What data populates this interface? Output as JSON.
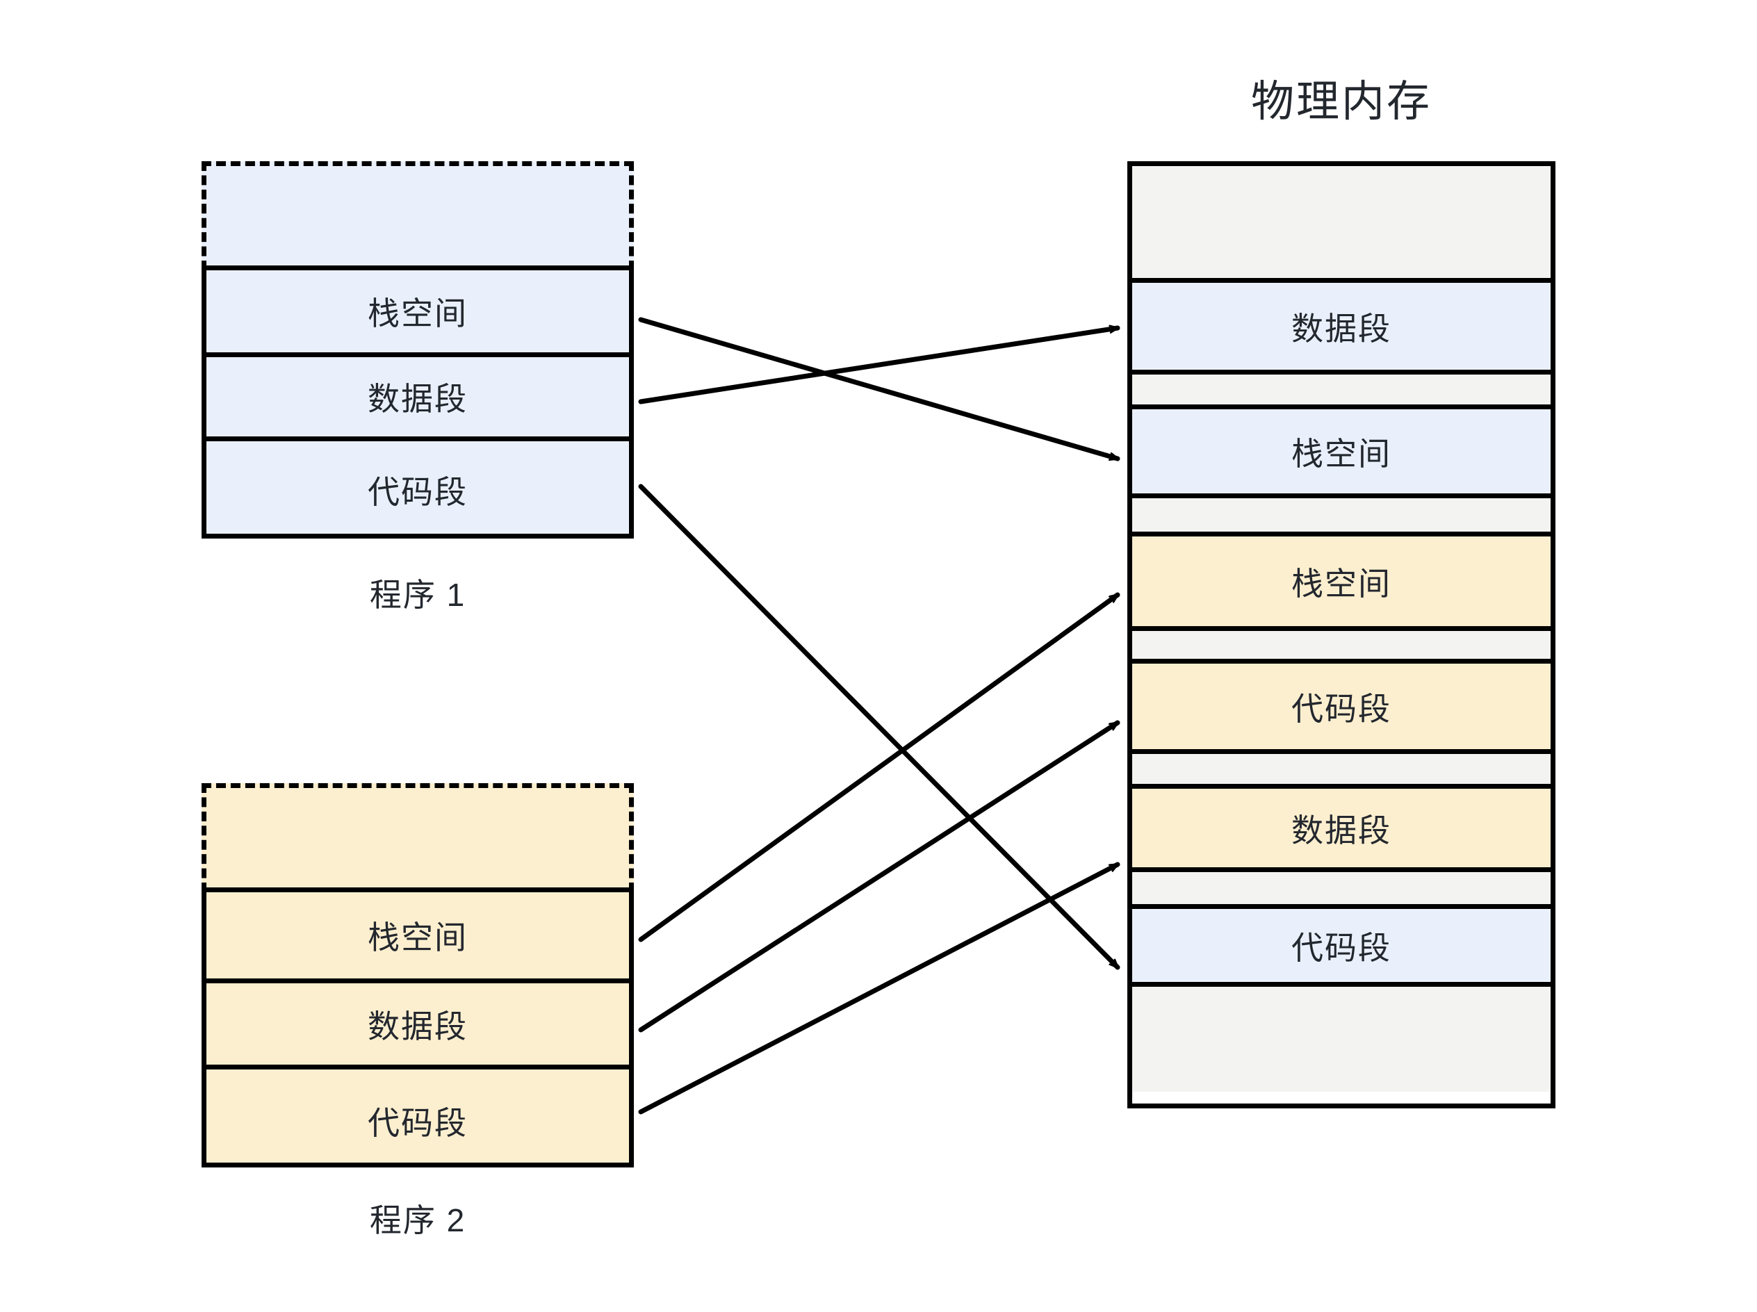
{
  "diagram": {
    "title_physical_memory": "物理内存",
    "labels": {
      "segment_stack": "栈空间",
      "segment_data": "数据段",
      "segment_code": "代码段"
    },
    "colors": {
      "program1_fill": "#eaf0fb",
      "program2_fill": "#fcefcf",
      "free_fill": "#f3f3f1",
      "stroke": "#000000",
      "text": "#23272e",
      "background": "#ffffff"
    },
    "programs": [
      {
        "name": "程序 1",
        "fill": "#eaf0fb",
        "reserved_area_label": "",
        "segments": [
          {
            "label": "栈空间"
          },
          {
            "label": "数据段"
          },
          {
            "label": "代码段"
          }
        ]
      },
      {
        "name": "程序 2",
        "fill": "#fcefcf",
        "reserved_area_label": "",
        "segments": [
          {
            "label": "栈空间"
          },
          {
            "label": "数据段"
          },
          {
            "label": "代码段"
          }
        ]
      }
    ],
    "physical_memory": {
      "title": "物理内存",
      "segments": [
        {
          "label": "",
          "owner": "free",
          "fill": "#f3f3f1",
          "height": 161
        },
        {
          "label": "数据段",
          "owner": "program1",
          "fill": "#eaf0fb",
          "height": 132
        },
        {
          "label": "",
          "owner": "free",
          "fill": "#f3f3f1",
          "height": 50
        },
        {
          "label": "栈空间",
          "owner": "program1",
          "fill": "#eaf0fb",
          "height": 128
        },
        {
          "label": "",
          "owner": "free",
          "fill": "#f3f3f1",
          "height": 55
        },
        {
          "label": "栈空间",
          "owner": "program2",
          "fill": "#fcefcf",
          "height": 136
        },
        {
          "label": "",
          "owner": "free",
          "fill": "#f3f3f1",
          "height": 47
        },
        {
          "label": "代码段",
          "owner": "program2",
          "fill": "#fcefcf",
          "height": 130
        },
        {
          "label": "",
          "owner": "free",
          "fill": "#f3f3f1",
          "height": 50
        },
        {
          "label": "数据段",
          "owner": "program2",
          "fill": "#fcefcf",
          "height": 120
        },
        {
          "label": "",
          "owner": "free",
          "fill": "#f3f3f1",
          "height": 53
        },
        {
          "label": "代码段",
          "owner": "program1",
          "fill": "#eaf0fb",
          "height": 112
        },
        {
          "label": "",
          "owner": "free",
          "fill": "#f3f3f1",
          "height": 158
        }
      ]
    },
    "mappings": [
      {
        "from": "program1.栈空间",
        "to": "physical.栈空间(program1)"
      },
      {
        "from": "program1.数据段",
        "to": "physical.数据段(program1)"
      },
      {
        "from": "program1.代码段",
        "to": "physical.代码段(program1)"
      },
      {
        "from": "program2.栈空间",
        "to": "physical.栈空间(program2)"
      },
      {
        "from": "program2.数据段",
        "to": "physical.代码段(program2)"
      },
      {
        "from": "program2.代码段",
        "to": "physical.数据段(program2)"
      }
    ]
  }
}
